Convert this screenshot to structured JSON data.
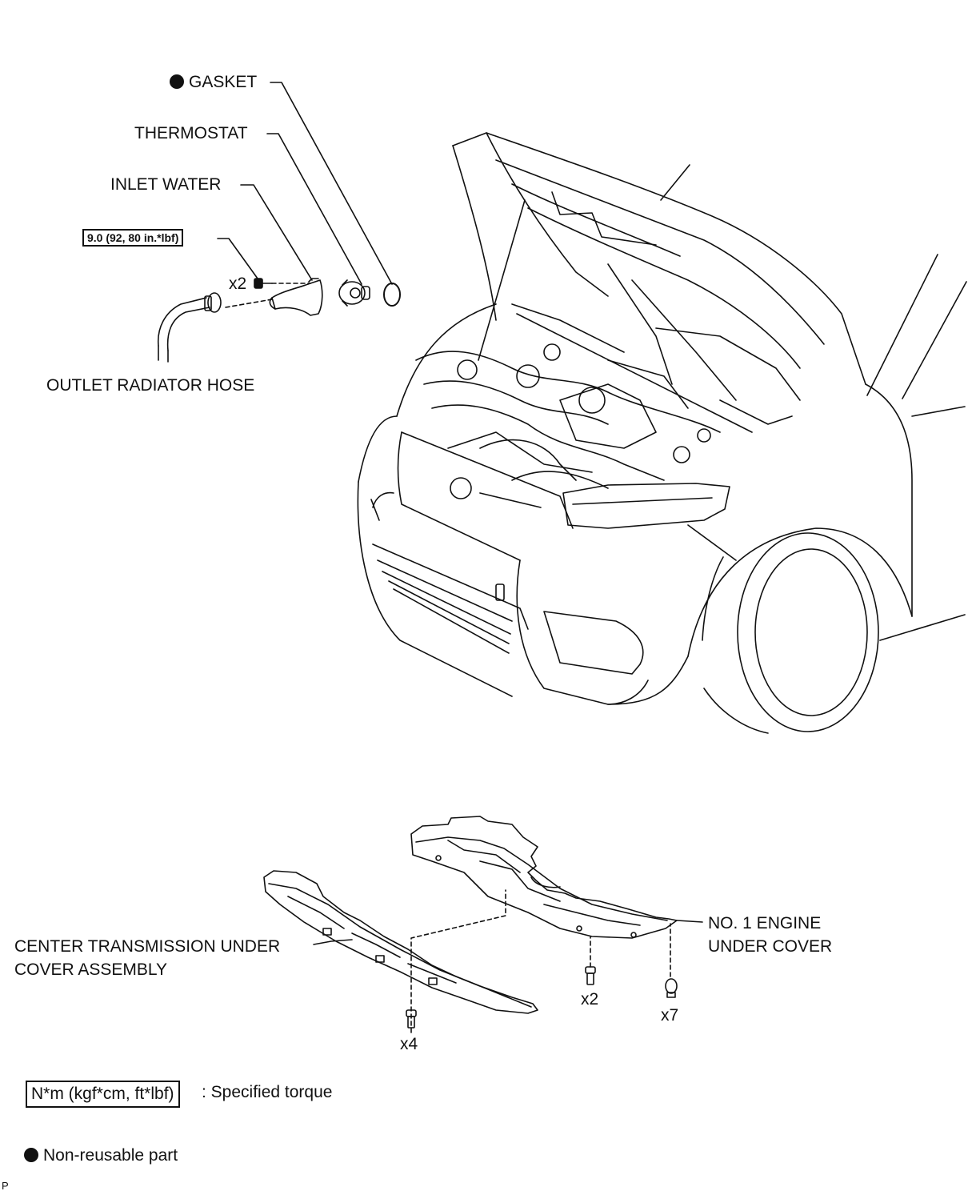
{
  "labels": {
    "gasket": "GASKET",
    "thermostat": "THERMOSTAT",
    "inlet_water": "INLET WATER",
    "torque_spec": "9.0 (92, 80 in.*lbf)",
    "qty_bolt_inlet": "x2",
    "outlet_radiator_hose": "OUTLET RADIATOR HOSE",
    "center_transmission_line1": "CENTER TRANSMISSION UNDER",
    "center_transmission_line2": "COVER ASSEMBLY",
    "engine_under_cover_line1": "NO. 1 ENGINE",
    "engine_under_cover_line2": "UNDER COVER",
    "qty_x4": "x4",
    "qty_x2": "x2",
    "qty_x7": "x7"
  },
  "legend": {
    "torque_units": "N*m (kgf*cm, ft*lbf)",
    "torque_desc": ": Specified torque",
    "nonreusable_desc": "Non-reusable part"
  },
  "corner_mark": "P",
  "colors": {
    "line": "#111111",
    "background": "#ffffff"
  }
}
